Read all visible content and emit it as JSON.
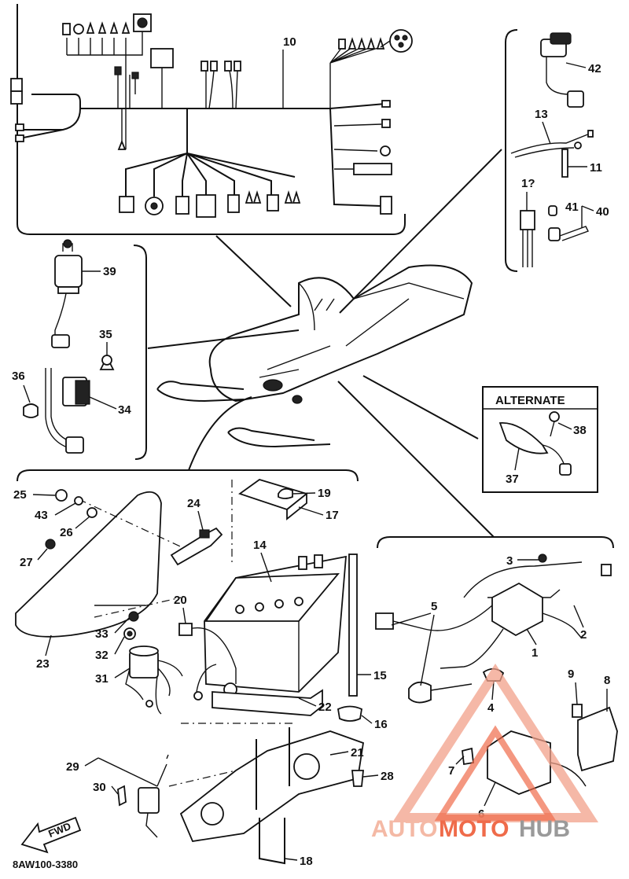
{
  "diagram": {
    "alternate_label": "ALTERNATE",
    "drawing_code": "8AW100-3380",
    "fwd_label": "FWD",
    "watermark": {
      "text_a": "AUTO",
      "text_b": "MOTO",
      "text_c": "HUB",
      "color_a": "#f4b9a5",
      "color_b": "#ef6b4a",
      "color_c": "#9a9a9a"
    },
    "callouts": {
      "n1": "1",
      "n2": "2",
      "n3": "3",
      "n4": "4",
      "n5": "5",
      "n6": "6",
      "n7": "7",
      "n8": "8",
      "n9": "9",
      "n10": "10",
      "n11": "11",
      "n12": "1?",
      "n13": "13",
      "n14": "14",
      "n15": "15",
      "n16": "16",
      "n17": "17",
      "n18": "18",
      "n19": "19",
      "n20": "20",
      "n21": "21",
      "n22": "22",
      "n23": "23",
      "n24": "24",
      "n25": "25",
      "n26": "26",
      "n27": "27",
      "n28": "28",
      "n29": "29",
      "n30": "30",
      "n31": "31",
      "n32": "32",
      "n33": "33",
      "n34": "34",
      "n35": "35",
      "n36": "36",
      "n37": "37",
      "n38": "38",
      "n39": "39",
      "n40": "40",
      "n41": "41",
      "n42": "42",
      "n43": "43"
    }
  }
}
